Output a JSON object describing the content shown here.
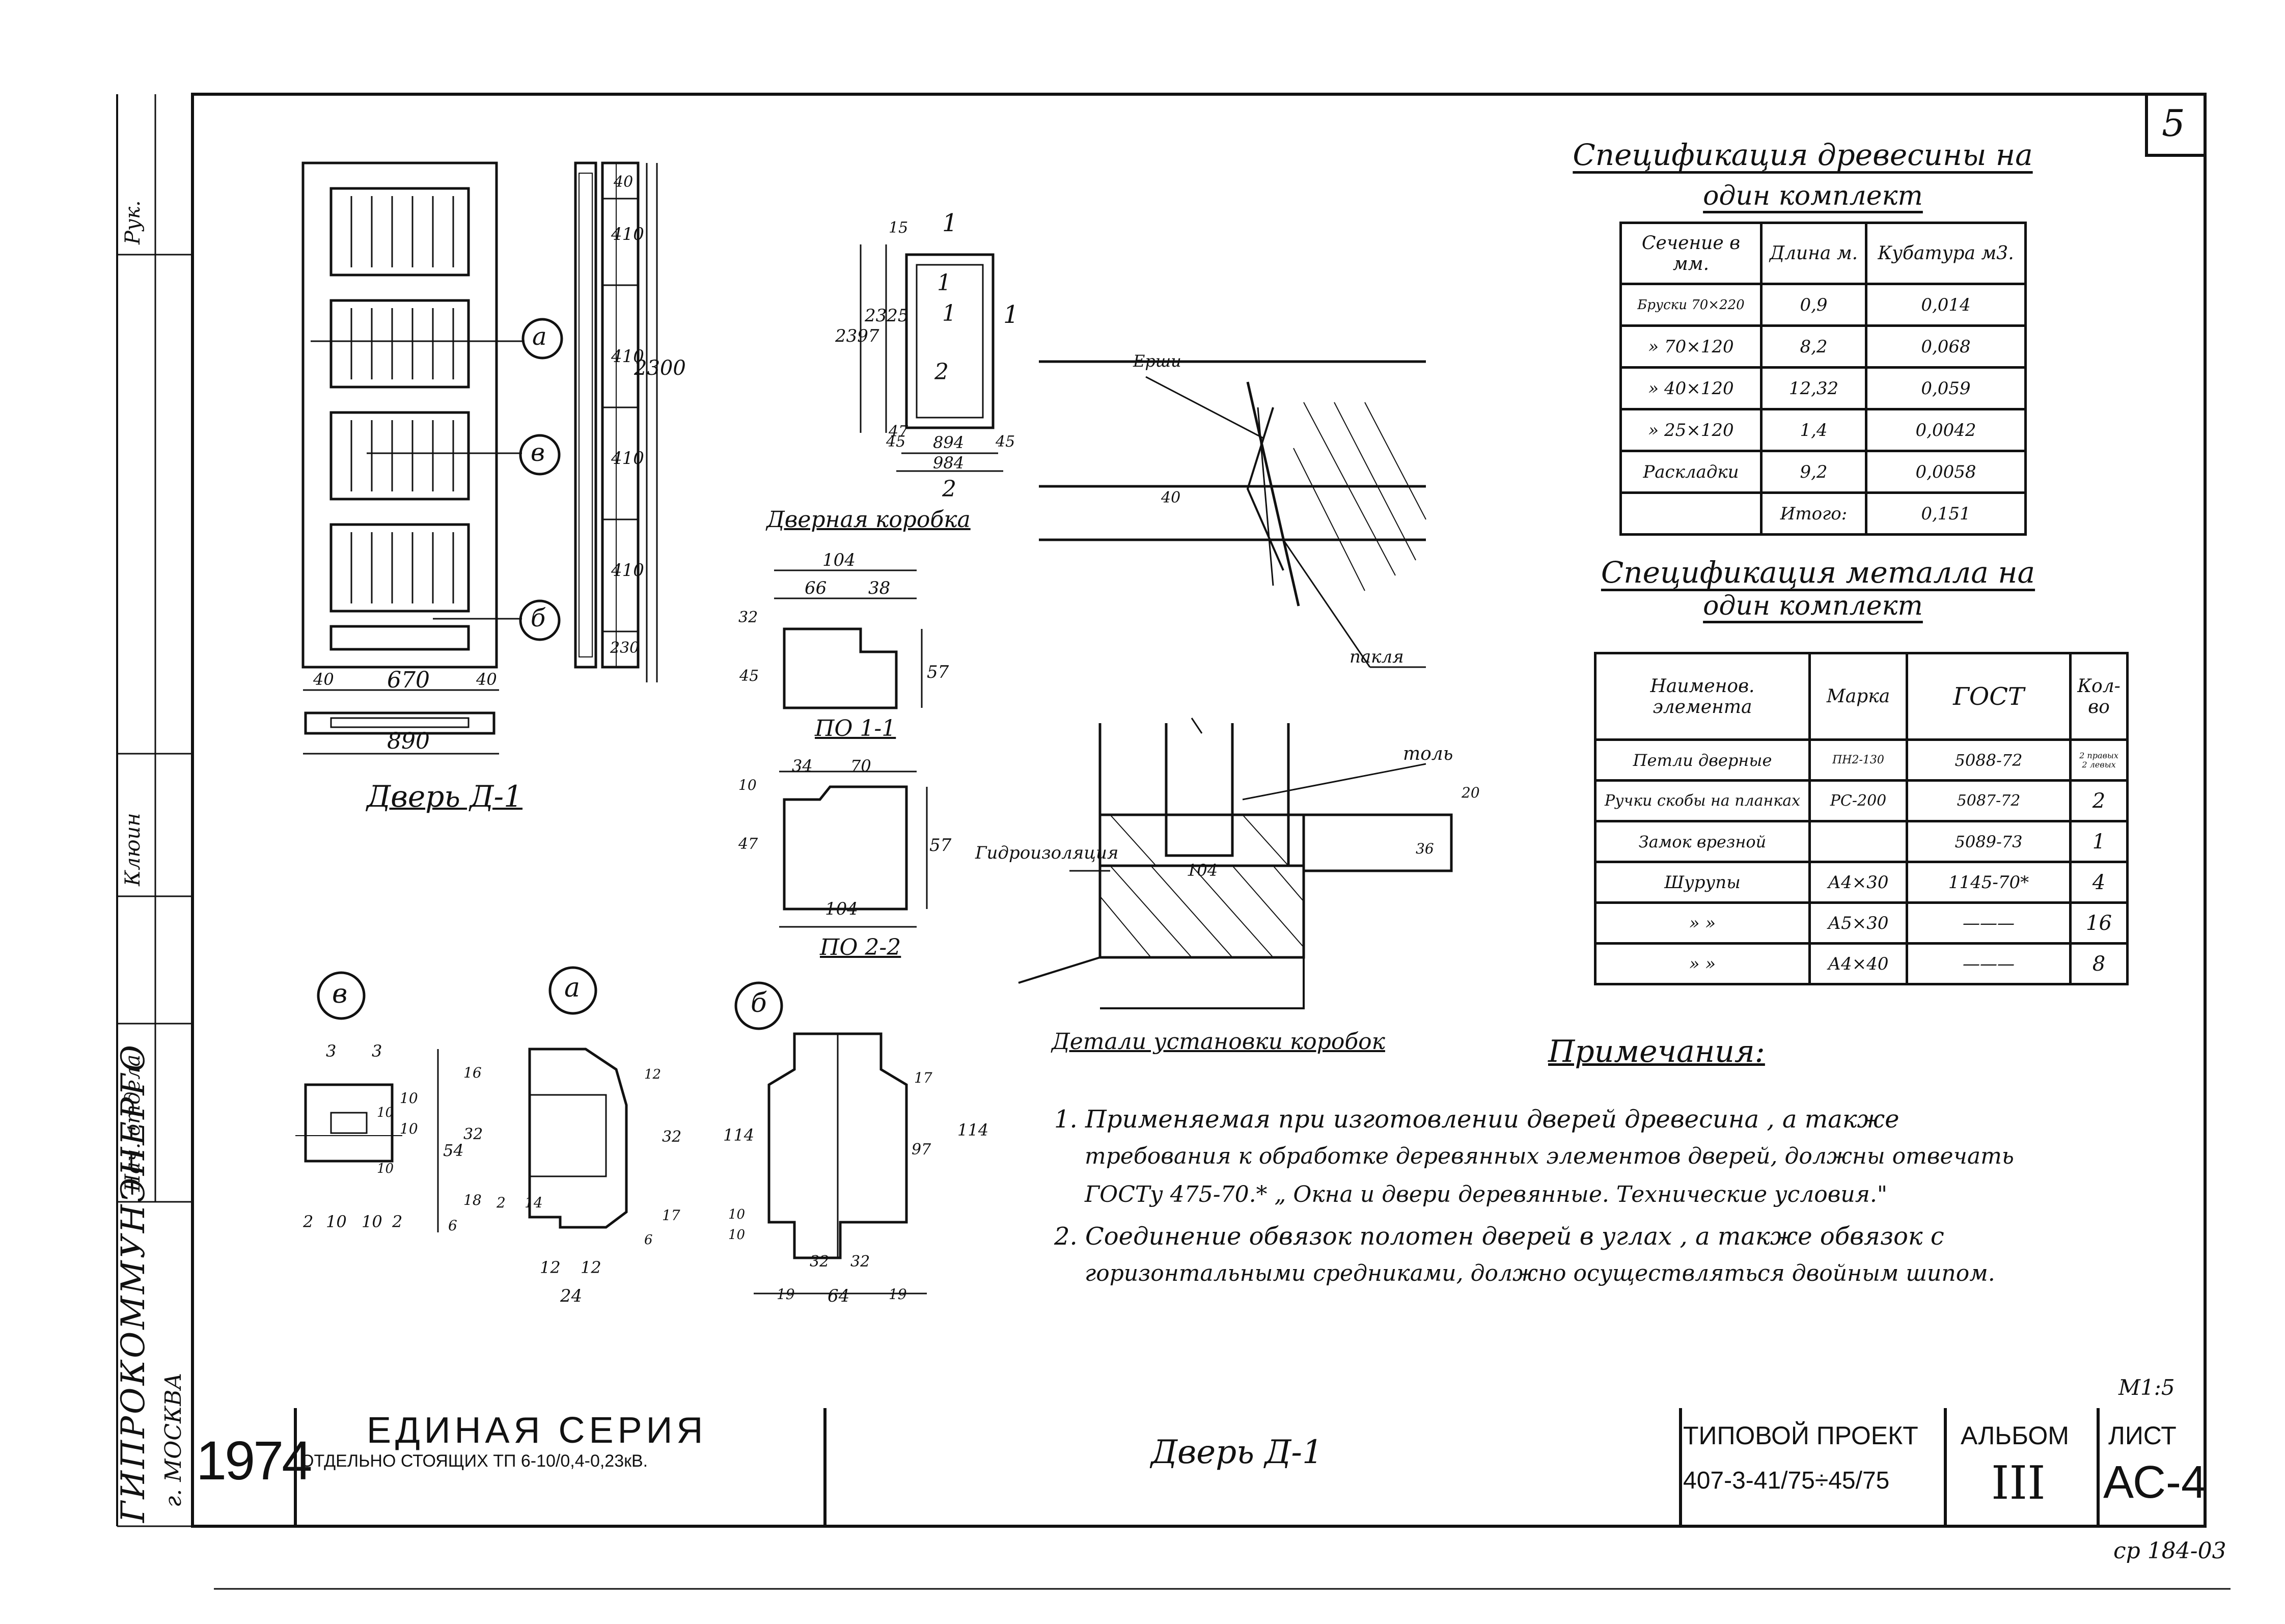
{
  "sheet_number": "5",
  "door_elevation": {
    "markers": [
      "а",
      "в",
      "б"
    ],
    "dims_bottom": [
      "40",
      "670",
      "40"
    ],
    "dim_total": "890",
    "side_dims": [
      "40",
      "410",
      "410",
      "410",
      "410",
      "230"
    ],
    "side_total": "2300",
    "caption": "Дверь Д-1"
  },
  "section_1_1": {
    "marks": [
      "1",
      "1",
      "1",
      "1",
      "2",
      "2"
    ],
    "dims_left": [
      "2397",
      "2325",
      "15",
      "47"
    ],
    "dims_bottom": [
      "45",
      "894",
      "45",
      "984"
    ],
    "caption": "Дверная коробка"
  },
  "profile_1_1": {
    "dims": [
      "104",
      "66",
      "38",
      "32",
      "45",
      "57"
    ],
    "caption": "ПО 1-1"
  },
  "profile_2_2": {
    "dims": [
      "34",
      "70",
      "10",
      "47",
      "57",
      "104"
    ],
    "caption": "ПО 2-2"
  },
  "ruff_detail": {
    "labels": [
      "Ерши",
      "пакля"
    ],
    "dim": "40"
  },
  "installation_detail": {
    "labels": [
      "толь",
      "Гидроизоляция"
    ],
    "dims": [
      "104",
      "20",
      "36"
    ],
    "caption": "Детали установки коробок"
  },
  "detail_v": {
    "marker": "в",
    "dims": [
      "3",
      "3",
      "2",
      "10",
      "10",
      "2",
      "10",
      "10",
      "10",
      "10"
    ]
  },
  "detail_a": {
    "marker": "а",
    "dims": [
      "16",
      "32",
      "54",
      "18",
      "6",
      "2",
      "14",
      "12",
      "12",
      "24",
      "12",
      "32",
      "17",
      "6"
    ]
  },
  "detail_b": {
    "marker": "б",
    "dims": [
      "17",
      "114",
      "10",
      "10",
      "32",
      "32",
      "19",
      "64",
      "19",
      "97",
      "114"
    ]
  },
  "spec_wood": {
    "title_line1": "Спецификация древесины на",
    "title_line2": "один комплект",
    "headers": [
      "Сечение в мм.",
      "Длина м.",
      "Кубатура м3."
    ],
    "rows": [
      [
        "Бруски 70×220",
        "0,9",
        "0,014"
      ],
      [
        "» 70×120",
        "8,2",
        "0,068"
      ],
      [
        "» 40×120",
        "12,32",
        "0,059"
      ],
      [
        "» 25×120",
        "1,4",
        "0,0042"
      ],
      [
        "Раскладки",
        "9,2",
        "0,0058"
      ],
      [
        "",
        "Итого:",
        "0,151"
      ]
    ]
  },
  "spec_metal": {
    "title_line1": "Спецификация металла на",
    "title_line2": "один комплект",
    "headers": [
      "Наименов. элемента",
      "Марка",
      "ГОСТ",
      "Кол-во"
    ],
    "rows": [
      [
        "Петли дверные",
        "ПН2-130",
        "5088-72",
        "2 правых 2 левых"
      ],
      [
        "Ручки скобы на планках",
        "РС-200",
        "5087-72",
        "2"
      ],
      [
        "Замок врезной",
        "",
        "5089-73",
        "1"
      ],
      [
        "Шурупы",
        "А4×30",
        "1145-70*",
        "4"
      ],
      [
        "» »",
        "А5×30",
        "———",
        "16"
      ],
      [
        "» »",
        "А4×40",
        "———",
        "8"
      ]
    ]
  },
  "notes": {
    "heading": "Примечания:",
    "lines": [
      "1. Применяемая при изготовлении дверей древесина , а также",
      "требования к обработке деревянных элементов дверей, должны отвечать",
      "ГОСТу 475-70.* „ Окна и двери деревянные. Технические условия.\"",
      "2. Соединение обвязок полотен дверей в углах , а также обвязок с",
      "горизонтальными средниками, должно осуществляться двойным шипом."
    ]
  },
  "scale": "М1:5",
  "title_block": {
    "year": "1974",
    "series": "ЕДИНАЯ СЕРИЯ",
    "subtitle": "ОТДЕЛЬНО СТОЯЩИХ ТП 6-10/0,4-0,23кВ.",
    "drawing_name": "Дверь Д-1",
    "project_label": "ТИПОВОЙ ПРОЕКТ",
    "project_number": "407-3-41/75÷45/75",
    "album_label": "АЛЬБОМ",
    "album_number": "III",
    "sheet_label": "ЛИСТ",
    "sheet_code": "АС-4"
  },
  "side_stamp": {
    "institute": "ГИПРОКОММУНЭНЕРГО",
    "city": "г. МОСКВА",
    "role_head": "Нач. отдела",
    "role_2": "Клюин",
    "role_3": "Рук."
  },
  "archive_code": "ср 184-03"
}
